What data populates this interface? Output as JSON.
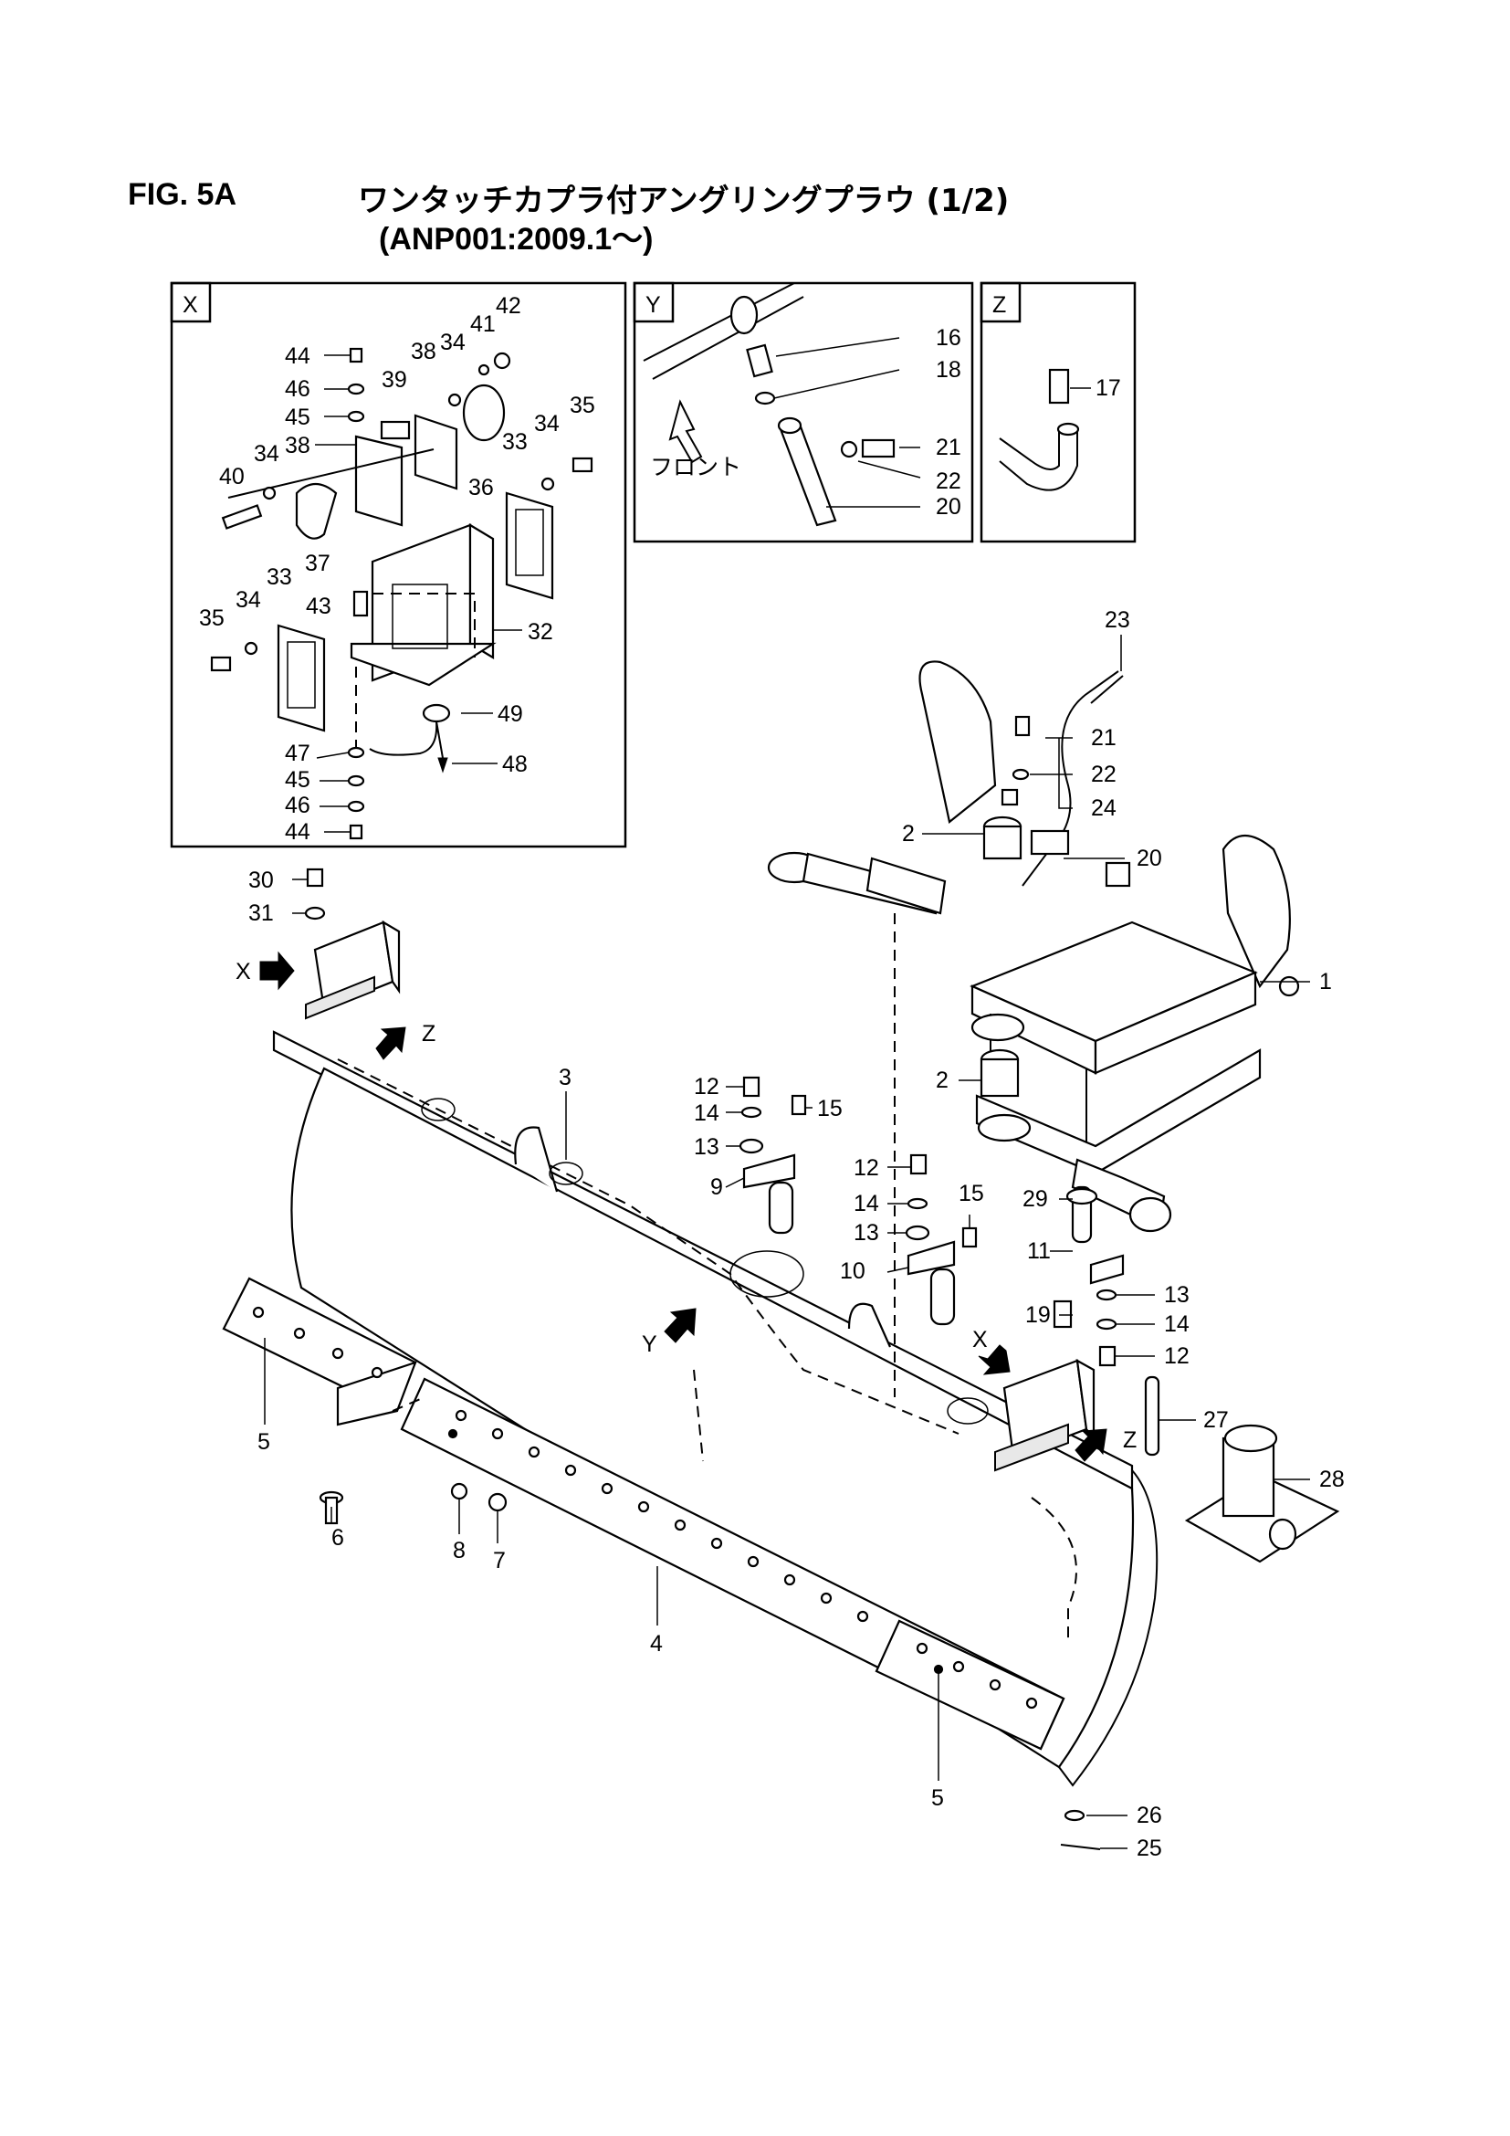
{
  "header": {
    "fig_label": "FIG. 5A",
    "title": "ワンタッチカプラ付アングリングプラウ (1/2)",
    "subtitle": "(ANP001:2009.1～)"
  },
  "insets": {
    "x": {
      "label": "X"
    },
    "y": {
      "label": "Y",
      "front_label": "フロント"
    },
    "z": {
      "label": "Z"
    }
  },
  "view_markers": {
    "x": "X",
    "z": "Z",
    "y": "Y"
  },
  "callouts": {
    "x42": "42",
    "x41": "41",
    "x44a": "44",
    "x46a": "46",
    "x45a": "45",
    "x38a": "38",
    "x39": "39",
    "x34a": "34",
    "x38b": "38",
    "x35a": "35",
    "x34b": "34",
    "x33a": "33",
    "x40": "40",
    "x34c": "34",
    "x36": "36",
    "x37": "37",
    "x43": "43",
    "x32": "32",
    "x35b": "35",
    "x34d": "34",
    "x33b": "33",
    "x49": "49",
    "x47": "47",
    "x48": "48",
    "x45b": "45",
    "x46b": "46",
    "x44b": "44",
    "y16": "16",
    "y18": "18",
    "y21": "21",
    "y22": "22",
    "y20": "20",
    "z17": "17",
    "m23": "23",
    "m21": "21",
    "m22": "22",
    "m24": "24",
    "m2a": "2",
    "m20": "20",
    "m1": "1",
    "m30": "30",
    "m31": "31",
    "m3": "3",
    "m12a": "12",
    "m14a": "14",
    "m15a": "15",
    "m13a": "13",
    "m9": "9",
    "m2b": "2",
    "m12b": "12",
    "m14b": "14",
    "m15b": "15",
    "m13b": "13",
    "m10": "10",
    "m29": "29",
    "m11": "11",
    "m13c": "13",
    "m19": "19",
    "m14c": "14",
    "m12c": "12",
    "m27": "27",
    "m28": "28",
    "m5a": "5",
    "m6": "6",
    "m8": "8",
    "m7": "7",
    "m4": "4",
    "m5b": "5",
    "m26": "26",
    "m25": "25"
  }
}
